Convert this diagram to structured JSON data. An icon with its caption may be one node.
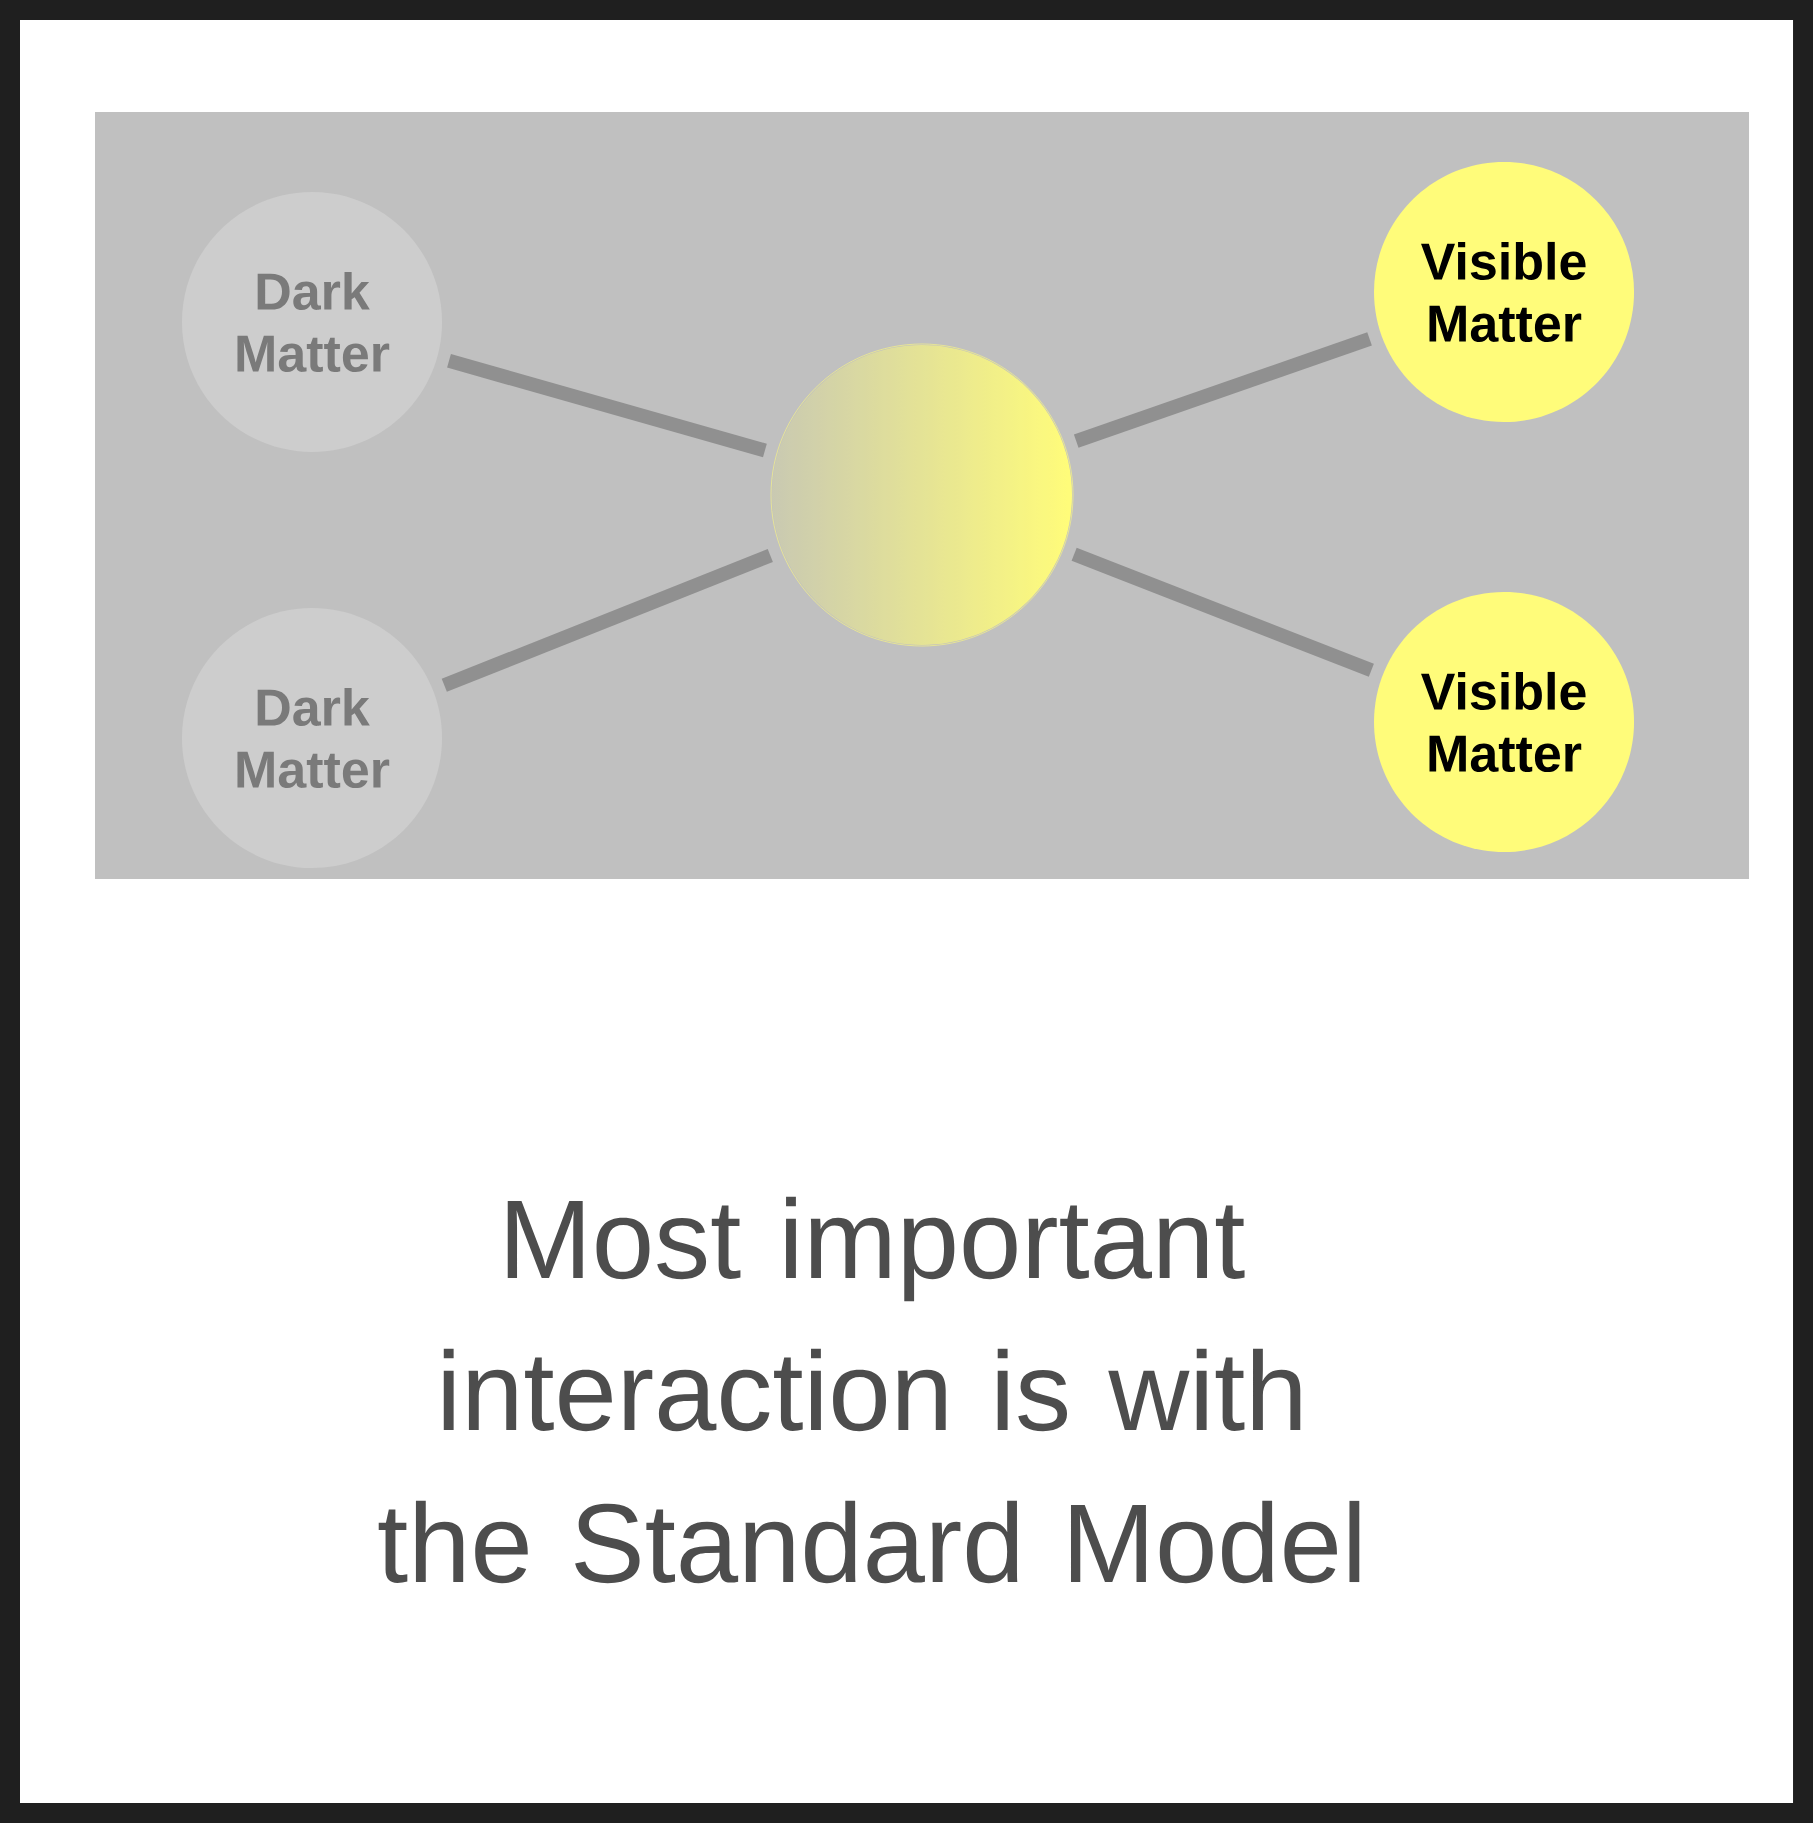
{
  "diagram": {
    "caption": "Most important interaction is with the Standard Model",
    "nodes": [
      {
        "text": [
          "Dark Matter"
        ]
      },
      {
        "text": [
          "Dark Matter"
        ]
      },
      {
        "text": [],
        "shape": "circle"
      },
      {
        "text": [
          "Visible Matter"
        ]
      },
      {
        "text": [
          "Visible Matter"
        ]
      }
    ],
    "edges": [
      {
        "from": 0,
        "to": 2,
        "arrow": "none"
      },
      {
        "from": 1,
        "to": 2,
        "arrow": "none"
      },
      {
        "from": 2,
        "to": 3,
        "arrow": "none"
      },
      {
        "from": 2,
        "to": 4,
        "arrow": "none"
      }
    ]
  }
}
